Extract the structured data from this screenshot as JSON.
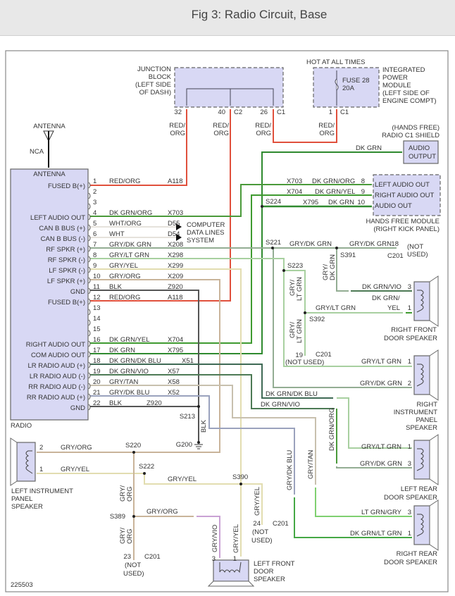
{
  "title": "Fig 3: Radio Circuit, Base",
  "figure_number": "225503",
  "wire_colors": {
    "red_org": "#e0503c",
    "dk_grn": "#2f8a2f",
    "dk_grn_org": "#4a9a3a",
    "dk_grn_yel": "#3f9a30",
    "wht": "#e6e2dc",
    "gry_dk_grn": "#93ad93",
    "gry_lt_grn": "#a8d0a0",
    "gry_yel": "#e2ddb0",
    "gry_org": "#c9b49a",
    "blk": "#555555",
    "dk_grn_dk_blu": "#3f6a55",
    "dk_grn_vio": "#4d7a55",
    "gry_tan": "#c8c0ae",
    "gry_dk_blu": "#9aa2bd",
    "gry_vio": "#c9a2d4",
    "lt_grn_gry": "#7fd070",
    "dk_grn_lt_grn": "#45a845",
    "component_fill": "#d8d8f4"
  },
  "antenna": {
    "label": "ANTENNA",
    "circuit": "NCA"
  },
  "radio": {
    "name": "RADIO",
    "antenna_pin": "ANTENNA",
    "pins": [
      {
        "num": "1",
        "func": "FUSED B(+)",
        "color": "RED/ORG",
        "circuit": "A118"
      },
      {
        "num": "2",
        "func": "",
        "color": "",
        "circuit": ""
      },
      {
        "num": "3",
        "func": "",
        "color": "",
        "circuit": ""
      },
      {
        "num": "4",
        "func": "LEFT AUDIO OUT",
        "color": "DK GRN/ORG",
        "circuit": "X703"
      },
      {
        "num": "5",
        "func": "CAN B BUS (+)",
        "color": "WHT/ORG",
        "circuit": "D55"
      },
      {
        "num": "6",
        "func": "CAN B BUS (-)",
        "color": "WHT",
        "circuit": "D54"
      },
      {
        "num": "7",
        "func": "RF SPKR (+)",
        "color": "GRY/DK GRN",
        "circuit": "X208"
      },
      {
        "num": "8",
        "func": "RF SPKR (-)",
        "color": "GRY/LT GRN",
        "circuit": "X298"
      },
      {
        "num": "9",
        "func": "LF SPKR (-)",
        "color": "GRY/YEL",
        "circuit": "X299"
      },
      {
        "num": "10",
        "func": "LF SPKR (+)",
        "color": "GRY/ORG",
        "circuit": "X209"
      },
      {
        "num": "11",
        "func": "GND",
        "color": "BLK",
        "circuit": "Z920"
      },
      {
        "num": "12",
        "func": "FUSED B(+)",
        "color": "RED/ORG",
        "circuit": "A118"
      },
      {
        "num": "13",
        "func": "",
        "color": "",
        "circuit": ""
      },
      {
        "num": "14",
        "func": "",
        "color": "",
        "circuit": ""
      },
      {
        "num": "15",
        "func": "",
        "color": "",
        "circuit": ""
      },
      {
        "num": "16",
        "func": "RIGHT AUDIO OUT",
        "color": "DK GRN/YEL",
        "circuit": "X704"
      },
      {
        "num": "17",
        "func": "COM AUDIO OUT",
        "color": "DK GRN",
        "circuit": "X795"
      },
      {
        "num": "18",
        "func": "LR RADIO AUD (+)",
        "color": "DK GRN/DK BLU",
        "circuit": "X51"
      },
      {
        "num": "19",
        "func": "LR RADIO AUD (-)",
        "color": "DK GRN/VIO",
        "circuit": "X57"
      },
      {
        "num": "20",
        "func": "RR RADIO AUD (-)",
        "color": "GRY/TAN",
        "circuit": "X58"
      },
      {
        "num": "21",
        "func": "RR RADIO AUD (+)",
        "color": "GRY/DK BLU",
        "circuit": "X52"
      },
      {
        "num": "22",
        "func": "GND",
        "color": "BLK",
        "circuit": "Z920"
      }
    ]
  },
  "junction_block": {
    "label": [
      "JUNCTION",
      "BLOCK",
      "(LEFT SIDE",
      "OF DASH)"
    ],
    "pin_32": "32",
    "pin_40": "40",
    "pin_26": "26",
    "conn_c2": "C2",
    "conn_c1": "C1",
    "wire_color": "RED/",
    "wire_color2": "ORG"
  },
  "ipm": {
    "hot": "HOT AT ALL TIMES",
    "fuse": "FUSE 28",
    "amps": "20A",
    "label": [
      "INTEGRATED",
      "POWER",
      "MODULE",
      "(LEFT SIDE OF",
      "ENGINE COMPT)"
    ],
    "pin": "1",
    "conn": "C1"
  },
  "computer": [
    "COMPUTER",
    "DATA LINES",
    "SYSTEM"
  ],
  "shield": {
    "label": [
      "(HANDS FREE)",
      "RADIO C1 SHIELD"
    ],
    "box": [
      "AUDIO",
      "OUTPUT"
    ],
    "wire": "DK GRN"
  },
  "hands_free": {
    "rows": [
      {
        "circuit": "X703",
        "color": "DK GRN/ORG",
        "pin": "8",
        "func": "LEFT AUDIO OUT"
      },
      {
        "circuit": "X704",
        "color": "DK GRN/YEL",
        "pin": "9",
        "func": "RIGHT AUDIO OUT"
      },
      {
        "circuit": "X795",
        "color": "DK GRN",
        "pin": "10",
        "func": "AUDIO OUT"
      }
    ],
    "splice": "S224",
    "label": [
      "HANDS FREE MODULE",
      "(RIGHT KICK PANEL)"
    ]
  },
  "right_front": {
    "s221": "S221",
    "s391": "S391",
    "s223": "S223",
    "s392": "S392",
    "w1": "GRY/DK GRN",
    "w2": "GRY/DK GRN",
    "pin18": "18",
    "not_used": [
      "(NOT",
      "USED)"
    ],
    "c201": "C201",
    "v1": [
      "GRY/",
      "DK GRN"
    ],
    "v2": [
      "GRY/",
      "LT GRN"
    ],
    "v3": [
      "GRY/",
      "LT GRN"
    ],
    "w3": "GRY/LT GRN",
    "pin19": "19",
    "c201b": "C201",
    "not_used2": "(NOT USED)",
    "sp_w1": "DK GRN/VIO",
    "sp_p1": "3",
    "sp_w2": [
      "DK GRN/",
      "YEL"
    ],
    "sp_p2": "1",
    "label": [
      "RIGHT FRONT",
      "DOOR SPEAKER"
    ]
  },
  "right_ip": {
    "w1": "GRY/LT GRN",
    "p1": "1",
    "w2": "GRY/DK GRN",
    "p2": "2",
    "label": [
      "RIGHT",
      "INSTRUMENT",
      "PANEL",
      "SPEAKER"
    ]
  },
  "left_rear": {
    "a": "DK GRN/DK BLU",
    "b": "DK GRN/VIO",
    "v": "DK GRN/ORG",
    "w1": "GRY/LT GRN",
    "p1": "1",
    "w2": "GRY/DK GRN",
    "p2": "3",
    "label": [
      "LEFT REAR",
      "DOOR SPEAKER"
    ]
  },
  "right_rear": {
    "v1": "GRY/DK BLU",
    "v2": "GRY/TAN",
    "w1": "LT GRN/GRY",
    "p1": "3",
    "w2": "DK GRN/LT GRN",
    "p2": "1",
    "label": [
      "RIGHT REAR",
      "DOOR SPEAKER"
    ]
  },
  "ground": {
    "s213": "S213",
    "wire": "BLK",
    "g200": "G200"
  },
  "left_ip": {
    "p2": "2",
    "w2": "GRY/ORG",
    "s220": "S220",
    "p1": "1",
    "w1": "GRY/YEL",
    "s222": "S222",
    "w3": "GRY/YEL",
    "label": [
      "LEFT INSTRUMENT",
      "PANEL",
      "SPEAKER"
    ]
  },
  "left_front": {
    "v1": [
      "GRY/",
      "ORG"
    ],
    "v2": [
      "GRY/",
      "ORG"
    ],
    "s389": "S389",
    "w": "GRY/ORG",
    "pin23": "23",
    "c201": "C201",
    "not_used": [
      "(NOT",
      "USED)"
    ],
    "s390": "S390",
    "vio": "GRY/VIO",
    "yel": "GRY/YEL",
    "yel2": "GRY/YEL",
    "p3": "3",
    "p1": "1",
    "pin24": "24",
    "c201b": "C201",
    "not_used2": [
      "(NOT",
      "USED)"
    ],
    "label": [
      "LEFT FRONT",
      "DOOR",
      "SPEAKER"
    ]
  }
}
